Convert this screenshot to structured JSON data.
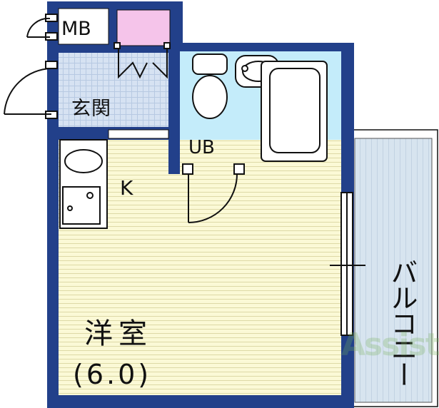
{
  "rooms": {
    "mb": "MB",
    "genkan": "玄関",
    "ub": "UB",
    "kitchen": "K",
    "yoshitsu": "洋室",
    "area": "(6.0)",
    "balcony": "バルコニー"
  },
  "watermark": "Assist",
  "colors": {
    "wall": "#22408a",
    "floor": "#fbf9d6",
    "floor_line": "#ddd9a6",
    "bath": "#c4ecfa",
    "tile": "#d6e2f2",
    "tile_line": "#b7c9e2",
    "closet": "#f5c4ea",
    "fixture_fill": "#ffffff",
    "fixture_line": "#222222",
    "balcony": "#d7e4ef"
  }
}
